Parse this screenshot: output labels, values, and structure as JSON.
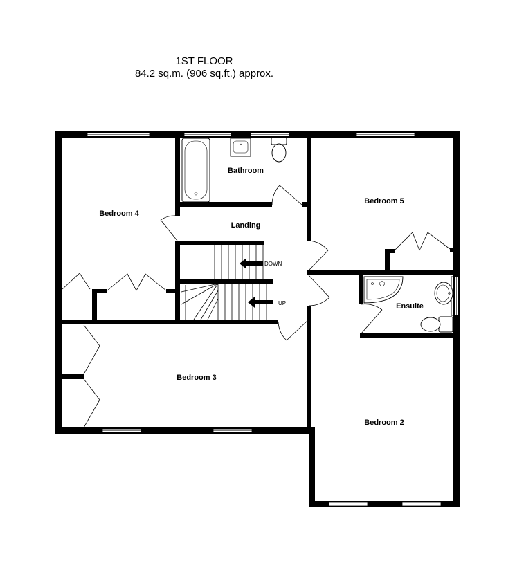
{
  "header": {
    "floor_title": "1ST FLOOR",
    "area": "84.2 sq.m. (906 sq.ft.) approx."
  },
  "rooms": {
    "bathroom": "Bathroom",
    "bedroom4": "Bedroom 4",
    "landing": "Landing",
    "bedroom5": "Bedroom 5",
    "ensuite": "Ensuite",
    "bedroom3": "Bedroom 3",
    "bedroom2": "Bedroom 2"
  },
  "stairs": {
    "down_label": "DOWN",
    "up_label": "UP"
  }
}
